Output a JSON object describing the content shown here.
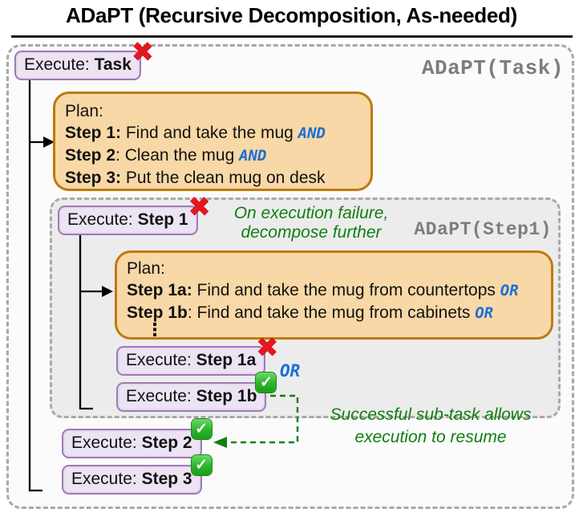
{
  "title": "ADaPT (Recursive Decomposition, As-needed)",
  "icons": {
    "fail_glyph": "✖",
    "check_glyph": "✓"
  },
  "colors": {
    "execute_fill": "#ece3f3",
    "execute_border": "#9d7bb5",
    "plan_fill": "#f8d8a6",
    "plan_border": "#bf7a0d",
    "connector_blue": "#1b6fd6",
    "note_green": "#0f7f0f",
    "failure_red": "#e3171e",
    "success_green": "#2db32d",
    "scope_label_gray": "#7d7d7d"
  },
  "outer_scope": {
    "label": "ADaPT(Task)",
    "execute_task": {
      "prefix": "Execute: ",
      "name": "Task"
    },
    "plan": {
      "heading": "Plan:",
      "steps": [
        {
          "label": "Step 1:",
          "text": " Find and take the mug ",
          "connector": "AND"
        },
        {
          "label": "Step 2",
          "text": ": Clean the mug ",
          "connector": "AND"
        },
        {
          "label": "Step 3:",
          "text": " Put the clean mug on desk",
          "connector": ""
        }
      ]
    }
  },
  "inner_scope": {
    "label": "ADaPT(Step1)",
    "failure_note_line1": "On execution failure,",
    "failure_note_line2": "decompose further",
    "execute_step1": {
      "prefix": "Execute: ",
      "name": "Step 1"
    },
    "plan": {
      "heading": "Plan:",
      "ellipsis": "⋮",
      "steps": [
        {
          "label": "Step 1a:",
          "text": " Find and take the mug from countertops ",
          "connector": "OR"
        },
        {
          "label": "Step 1b",
          "text": ": Find and take the mug from cabinets ",
          "connector": "OR"
        }
      ]
    },
    "execute_step1a": {
      "prefix": "Execute: ",
      "name": "Step 1a"
    },
    "or_label": "OR",
    "execute_step1b": {
      "prefix": "Execute: ",
      "name": "Step 1b"
    }
  },
  "resume_note_line1": "Successful sub-task allows",
  "resume_note_line2": "execution to resume",
  "execute_step2": {
    "prefix": "Execute: ",
    "name": "Step 2"
  },
  "execute_step3": {
    "prefix": "Execute: ",
    "name": "Step 3"
  }
}
